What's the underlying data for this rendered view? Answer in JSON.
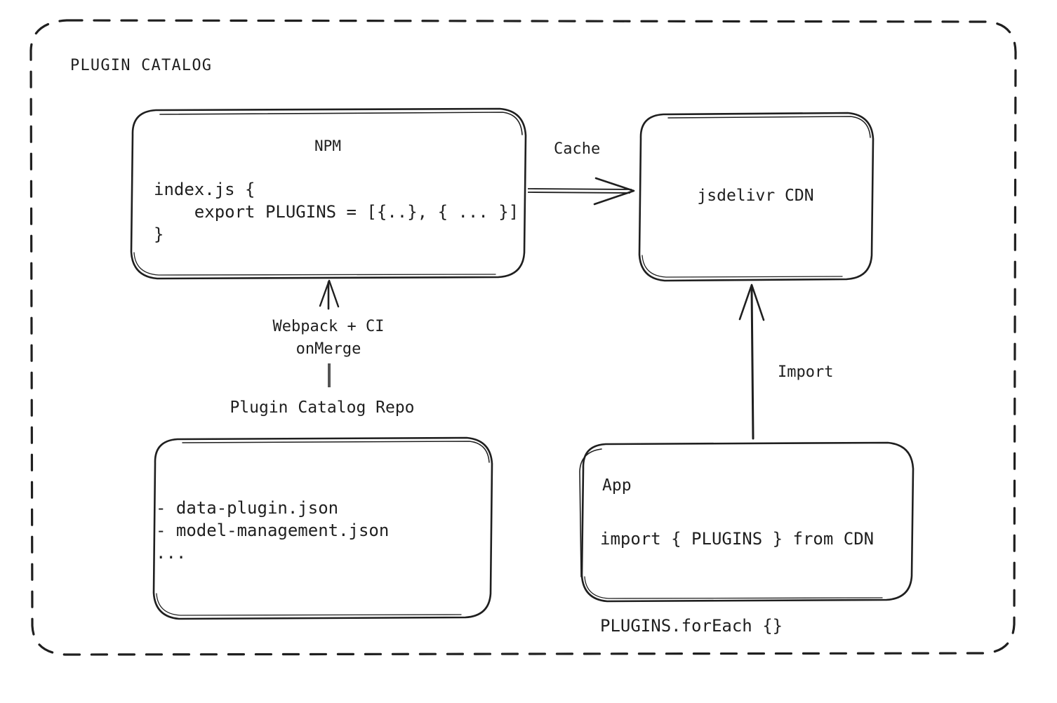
{
  "diagram": {
    "group": {
      "title": "PLUGIN CATALOG",
      "border_style": "dashed",
      "stroke": "#1f1f1f"
    },
    "background": "#ffffff",
    "nodes": [
      {
        "id": "npm",
        "title": "NPM",
        "code": "index.js {\n    export PLUGINS = [{..}, { ... }]\n}"
      },
      {
        "id": "cdn",
        "title": "jsdelivr CDN"
      },
      {
        "id": "repo",
        "caption": "Plugin Catalog Repo",
        "code": "- data-plugin.json\n- model-management.json\n..."
      },
      {
        "id": "app",
        "title": "App",
        "code": "import { PLUGINS } from CDN\n\nPLUGINS.forEach {}"
      }
    ],
    "edges": [
      {
        "id": "cache",
        "label": "Cache",
        "from": "npm",
        "to": "cdn",
        "direction": "right"
      },
      {
        "id": "webpack",
        "label": "Webpack + CI\nonMerge",
        "from": "repo",
        "to": "npm",
        "direction": "up"
      },
      {
        "id": "import",
        "label": "Import",
        "from": "app",
        "to": "cdn",
        "direction": "up"
      }
    ]
  }
}
